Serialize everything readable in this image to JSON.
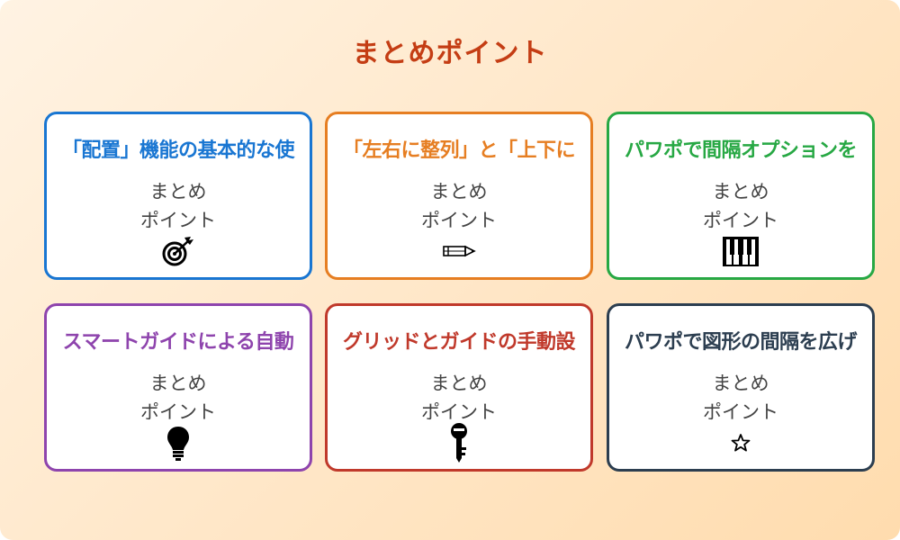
{
  "title": "まとめポイント",
  "cards": [
    {
      "title": "「配置」機能の基本的な使",
      "line1": "まとめ",
      "line2": "ポイント",
      "color": "#1976d2",
      "icon": "target-icon"
    },
    {
      "title": "「左右に整列」と「上下に",
      "line1": "まとめ",
      "line2": "ポイント",
      "color": "#e67e22",
      "icon": "pencil-icon"
    },
    {
      "title": "パワポで間隔オプションを",
      "line1": "まとめ",
      "line2": "ポイント",
      "color": "#27a844",
      "icon": "piano-icon"
    },
    {
      "title": "スマートガイドによる自動",
      "line1": "まとめ",
      "line2": "ポイント",
      "color": "#8e44ad",
      "icon": "lightbulb-icon"
    },
    {
      "title": "グリッドとガイドの手動設",
      "line1": "まとめ",
      "line2": "ポイント",
      "color": "#c0392b",
      "icon": "key-icon"
    },
    {
      "title": "パワポで図形の間隔を広げ",
      "line1": "まとめ",
      "line2": "ポイント",
      "color": "#2c3e50",
      "icon": "star-icon"
    }
  ]
}
